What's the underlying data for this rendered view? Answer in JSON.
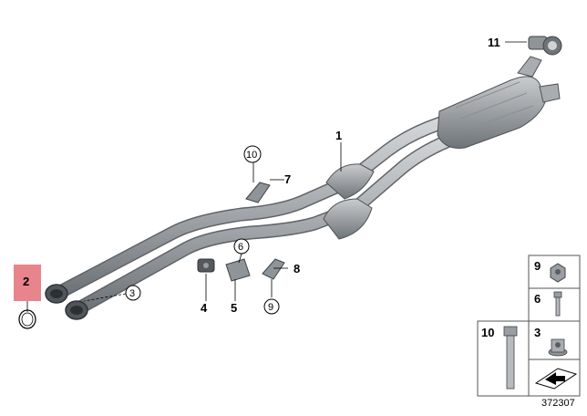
{
  "callouts": {
    "p1": "1",
    "p2": "2",
    "p3": "3",
    "p4": "4",
    "p5": "5",
    "p6": "6",
    "p7": "7",
    "p8": "8",
    "p9": "9",
    "p10": "10",
    "p11": "11"
  },
  "legend": {
    "n9": "9",
    "n6": "6",
    "n10": "10",
    "n3": "3"
  },
  "diagram_number": "372307",
  "colors": {
    "highlight": "#e8848c",
    "pipe_dark": "#6f7479",
    "pipe_mid": "#a9adb1",
    "pipe_light": "#d7dadc"
  }
}
